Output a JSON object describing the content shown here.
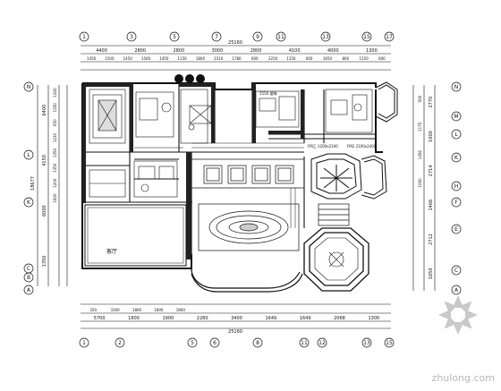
{
  "drawing": {
    "top_total": "25160",
    "bottom_total": "25160",
    "top_segments": [
      "4400",
      "2800",
      "2800",
      "3000",
      "2800",
      "4100",
      "4000",
      "1300"
    ],
    "top_subsegments": [
      "1450",
      "1500",
      "1450",
      "1500",
      "1450",
      "1150",
      "1800",
      "2310",
      "1780",
      "600",
      "2250",
      "1150",
      "600",
      "1650",
      "800",
      "1150",
      "600"
    ],
    "bottom_segments": [
      "5700",
      "1800",
      "1900",
      "2280",
      "3400",
      "1649",
      "1649",
      "2068",
      "1300"
    ],
    "bottom_subsegments": [
      "350",
      "3300",
      "1800",
      "1800",
      "1800"
    ],
    "left_total": "18677",
    "left_segments": [
      "6400",
      "4150",
      "6000",
      "1350"
    ],
    "left_subsegments": [
      "1200",
      "1350",
      "650",
      "1230",
      "1350",
      "1350",
      "1200",
      "1000"
    ],
    "right_segments": [
      "2770",
      "1000",
      "2714",
      "1466",
      "2712",
      "1650"
    ],
    "right_subsegments": [
      "500",
      "1175",
      "1456",
      "1000"
    ],
    "grid_top": [
      "1",
      "3",
      "5",
      "7",
      "9",
      "11",
      "13",
      "15",
      "17"
    ],
    "grid_bottom": [
      "1",
      "2",
      "5",
      "6",
      "8",
      "11",
      "12",
      "13",
      "15"
    ],
    "grid_left": [
      "N",
      "L",
      "K",
      "C",
      "B",
      "A"
    ],
    "grid_right": [
      "N",
      "M",
      "L",
      "K",
      "H",
      "F",
      "E",
      "C",
      "A"
    ],
    "room_label": "客厅",
    "notes": [
      "5550 楼梯",
      "FM乙 1200x2100",
      "FM2 2100x2400"
    ]
  },
  "watermark": "zhulong.com",
  "colors": {
    "ink": "#111111",
    "watermark": "#b8b8b8"
  }
}
